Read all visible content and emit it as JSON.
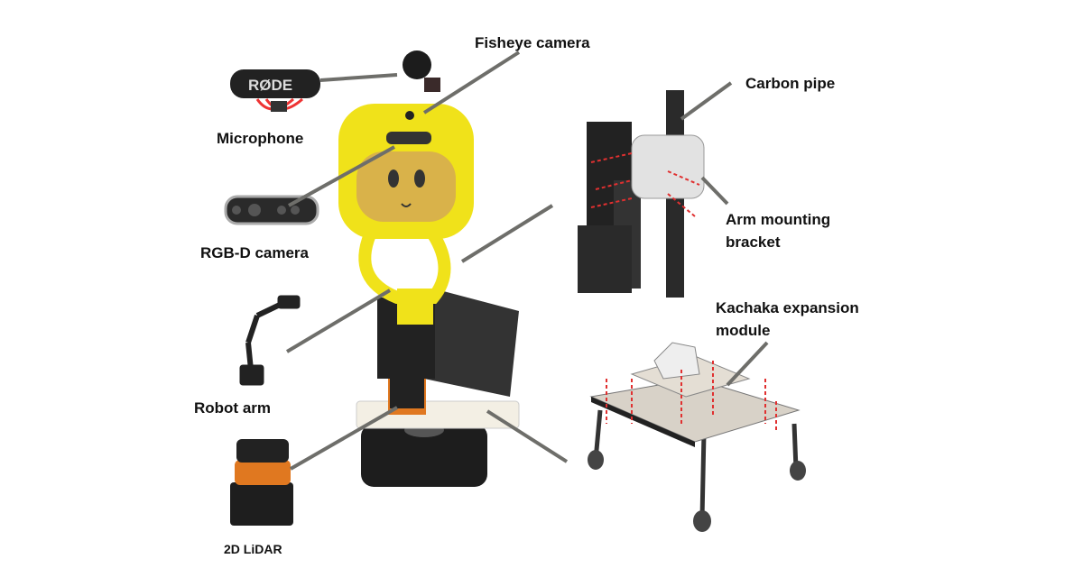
{
  "labels": {
    "fisheye": "Fisheye camera",
    "microphone": "Microphone",
    "rgbd": "RGB-D camera",
    "robot_arm": "Robot arm",
    "lidar": "2D LiDAR",
    "carbon_pipe": "Carbon pipe",
    "arm_bracket_1": "Arm mounting",
    "arm_bracket_2": "bracket",
    "kachaka_1": "Kachaka expansion",
    "kachaka_2": "module"
  },
  "mic_brand": "RØDE",
  "colors": {
    "leader": "#6e6e6a",
    "robot_yellow": "#f0e21a",
    "red_dash": "#e03030"
  }
}
